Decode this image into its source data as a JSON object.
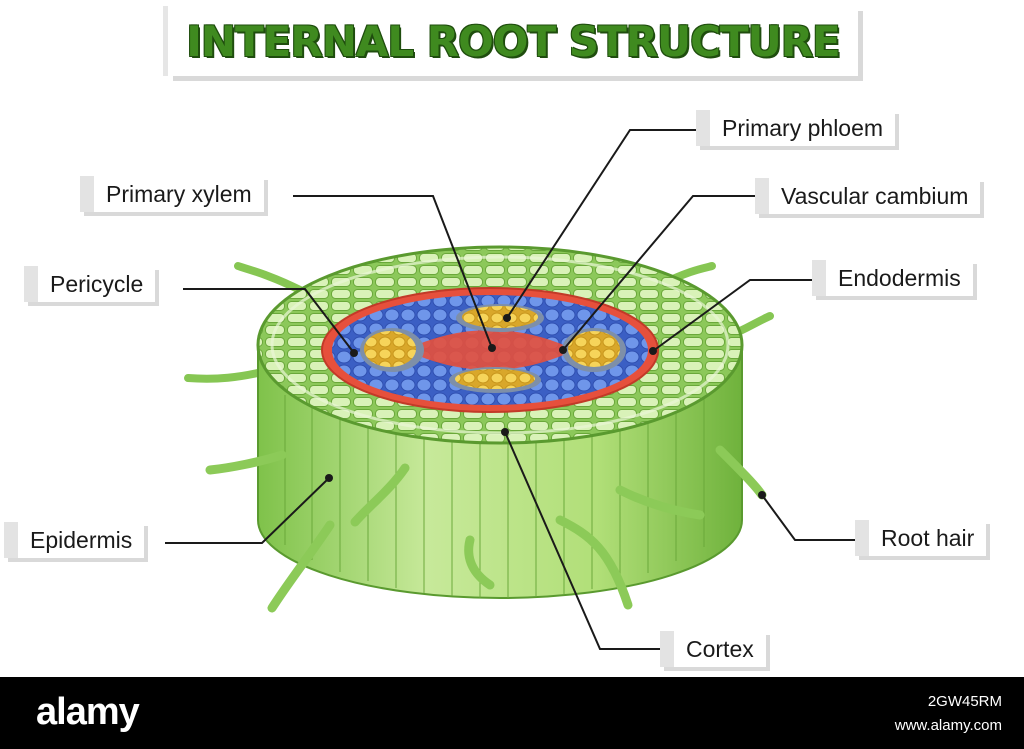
{
  "title": "INTERNAL ROOT STRUCTURE",
  "labels": {
    "primary_phloem": "Primary phloem",
    "primary_xylem": "Primary xylem",
    "vascular_cambium": "Vascular cambium",
    "pericycle": "Pericycle",
    "endodermis": "Endodermis",
    "epidermis": "Epidermis",
    "root_hair": "Root hair",
    "cortex": "Cortex"
  },
  "footer": {
    "brand": "alamy",
    "image_id": "2GW45RM",
    "site": "www.alamy.com"
  },
  "colors": {
    "title_green": "#3f8a1f",
    "cortex_green": "#9fd56a",
    "epidermis_green": "#b5e07e",
    "endodermis_red": "#e6503c",
    "pericycle_blue": "#5a7fdc",
    "xylem_yellow": "#f2c744",
    "footer_black": "#000000"
  }
}
